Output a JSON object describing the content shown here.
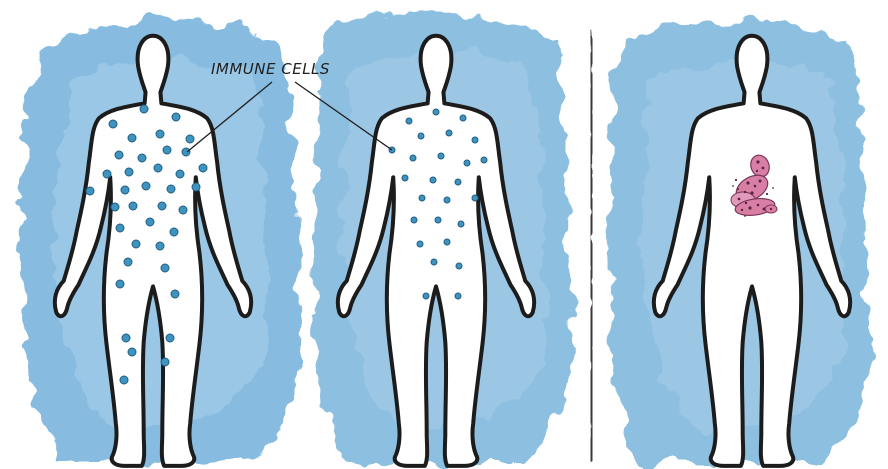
{
  "annotation": {
    "label": "IMMUNE CELLS"
  },
  "colors": {
    "wash": "#7db6dd",
    "wash_light": "#a9d0ea",
    "outline": "#1c1c1c",
    "cell_fill": "#3f93bf",
    "cell_edge": "#1f5f86",
    "tumor": "#d97fa6",
    "tumor_dark": "#5a2740",
    "divider": "#3b3b3b"
  },
  "figures": [
    {
      "id": "figure-left",
      "content": "immune-cells-dense"
    },
    {
      "id": "figure-middle",
      "content": "immune-cells-sparse"
    },
    {
      "id": "figure-right",
      "content": "tumor"
    }
  ]
}
